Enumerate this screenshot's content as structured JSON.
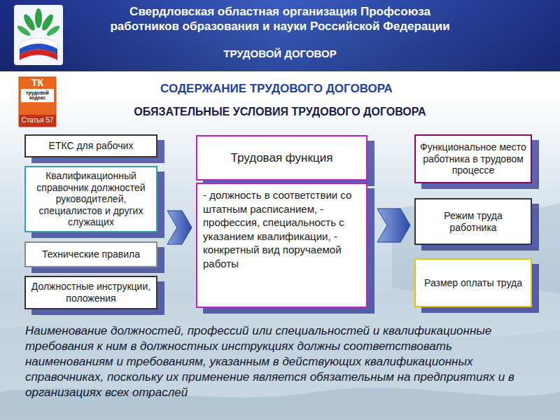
{
  "diagram": {
    "title": "Свердловская областная организация Профсоюза работников образования и науки Российской Федерации",
    "nodes": [
      {
        "text": [
          "ЕТКС для рабочих"
        ]
      },
      {
        "text": [
          "Квалификационный справочник должностей руководителей, специалистов и других служащих"
        ]
      },
      {
        "text": [
          "Технические правила"
        ]
      },
      {
        "text": [
          "Должностные инструкции, положения"
        ]
      },
      {
        "text": [
          "Трудовая функция",
          "- должность в соответствии со штатным расписанием, - профессия, специальность с указанием квалификации, - конкретный вид поручаемой работы"
        ]
      },
      {
        "text": [
          "Функциональное место работника в трудовом процессе"
        ]
      },
      {
        "text": [
          "Режим труда работника"
        ]
      },
      {
        "text": [
          "Размер оплаты труда"
        ]
      }
    ],
    "edges": [
      {
        "from": 1,
        "to": 4,
        "arrow": "to"
      },
      {
        "from": 4,
        "to": 6,
        "arrow": "to"
      }
    ],
    "labels": [
      "ТРУДОВОЙ ДОГОВОР",
      "ТК",
      "трудовой кодекс",
      "Статья 57",
      "СОДЕРЖАНИЕ ТРУДОВОГО ДОГОВОРА",
      "ОБЯЗАТЕЛЬНЫЕ УСЛОВИЯ ТРУДОВОГО ДОГОВОРА",
      "Наименование должностей, профессий или специальностей и квалификационные требования к ним в должностных инструкциях должны соответствовать наименованиям и требованиям, указанным в действующих квалификационных справочниках, поскольку их применение является обязательным на предприятиях и в организациях всех отраслей"
    ]
  }
}
